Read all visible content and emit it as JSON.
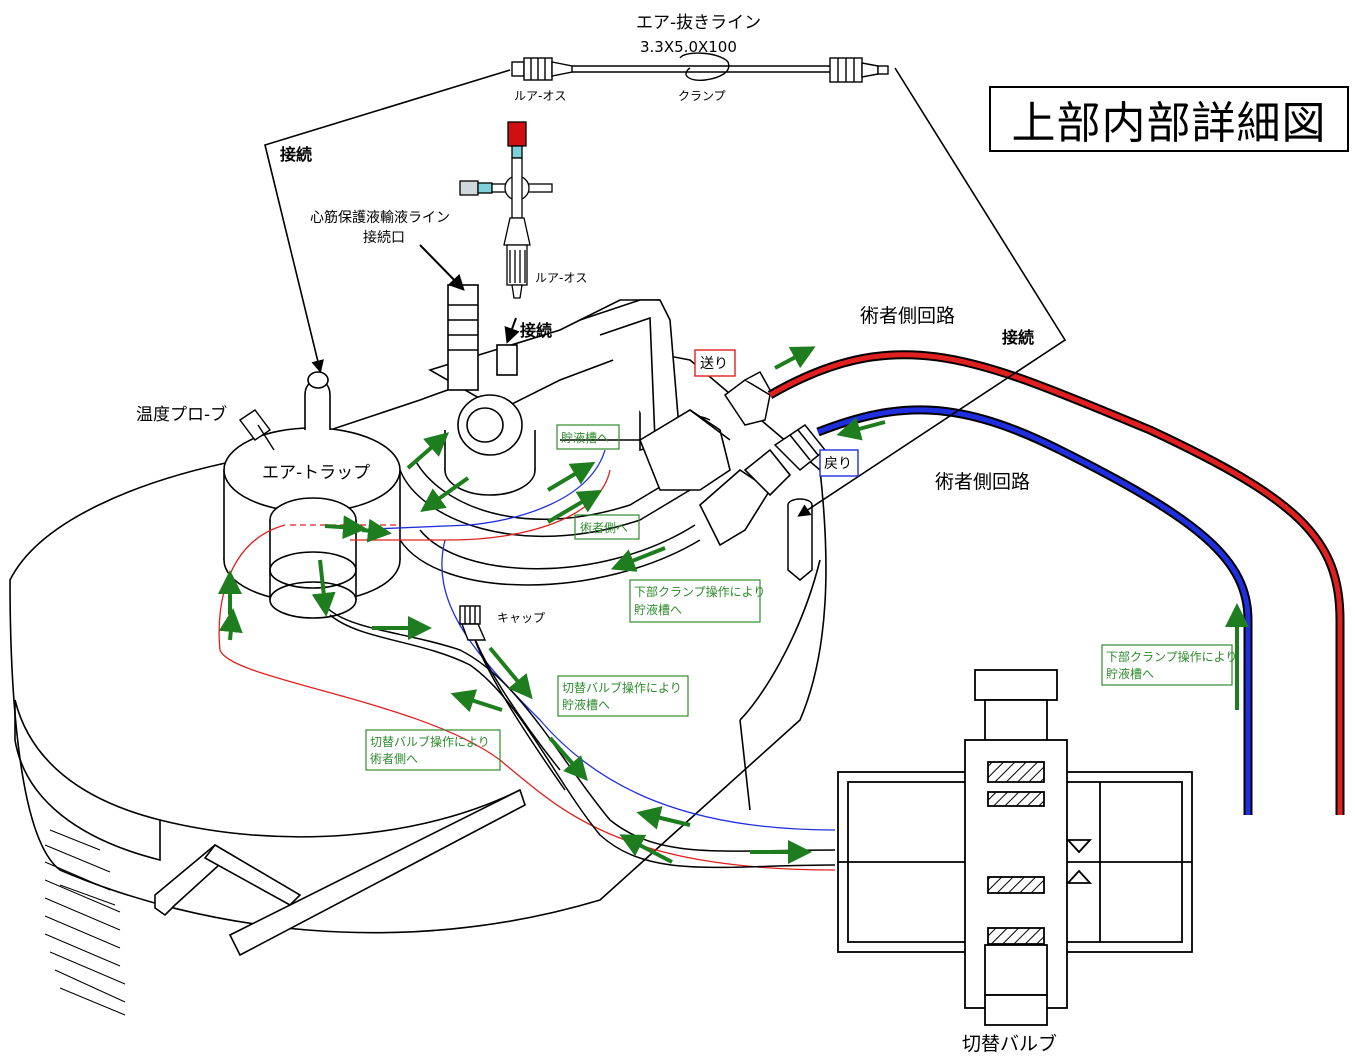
{
  "title": "上部内部詳細図",
  "labels": {
    "air_vent_line": "エア-抜きライン",
    "air_vent_spec": "3.3X5.0X100",
    "luer_male_left": "ルア-オス",
    "clamp": "クランプ",
    "connect_left": "接続",
    "cardioplegia_line": "心筋保護液輸液ライン",
    "connection_port": "接続口",
    "luer_male_center": "ルア-オス",
    "connect_center": "接続",
    "connect_right": "接続",
    "temp_probe": "温度プロ-ブ",
    "air_trap": "エア-トラップ",
    "surgeon_side_circuit_top": "術者側回路",
    "surgeon_side_circuit_bottom": "術者側回路",
    "send": "送り",
    "return": "戻り",
    "cap": "キャップ",
    "switch_valve": "切替バルブ"
  },
  "green_notes": {
    "to_reservoir_top": "貯液槽へ",
    "to_surgeon_side": "術者側へ",
    "lower_clamp_reservoir_center": [
      "下部クランプ操作により",
      "貯液槽へ"
    ],
    "switch_valve_reservoir": [
      "切替バルブ操作により",
      "貯液槽へ"
    ],
    "switch_valve_surgeon": [
      "切替バルブ操作により",
      "術者側へ"
    ],
    "lower_clamp_reservoir_right": [
      "下部クランプ操作により",
      "貯液槽へ"
    ]
  },
  "colors": {
    "red_line": "#e02020",
    "blue_line": "#1f2fe0",
    "green_arrow": "#1e7d1e",
    "note_border": "#2e8b2e",
    "stopcock_red": "#d01010",
    "stopcock_cyan": "#7fd0d8"
  }
}
